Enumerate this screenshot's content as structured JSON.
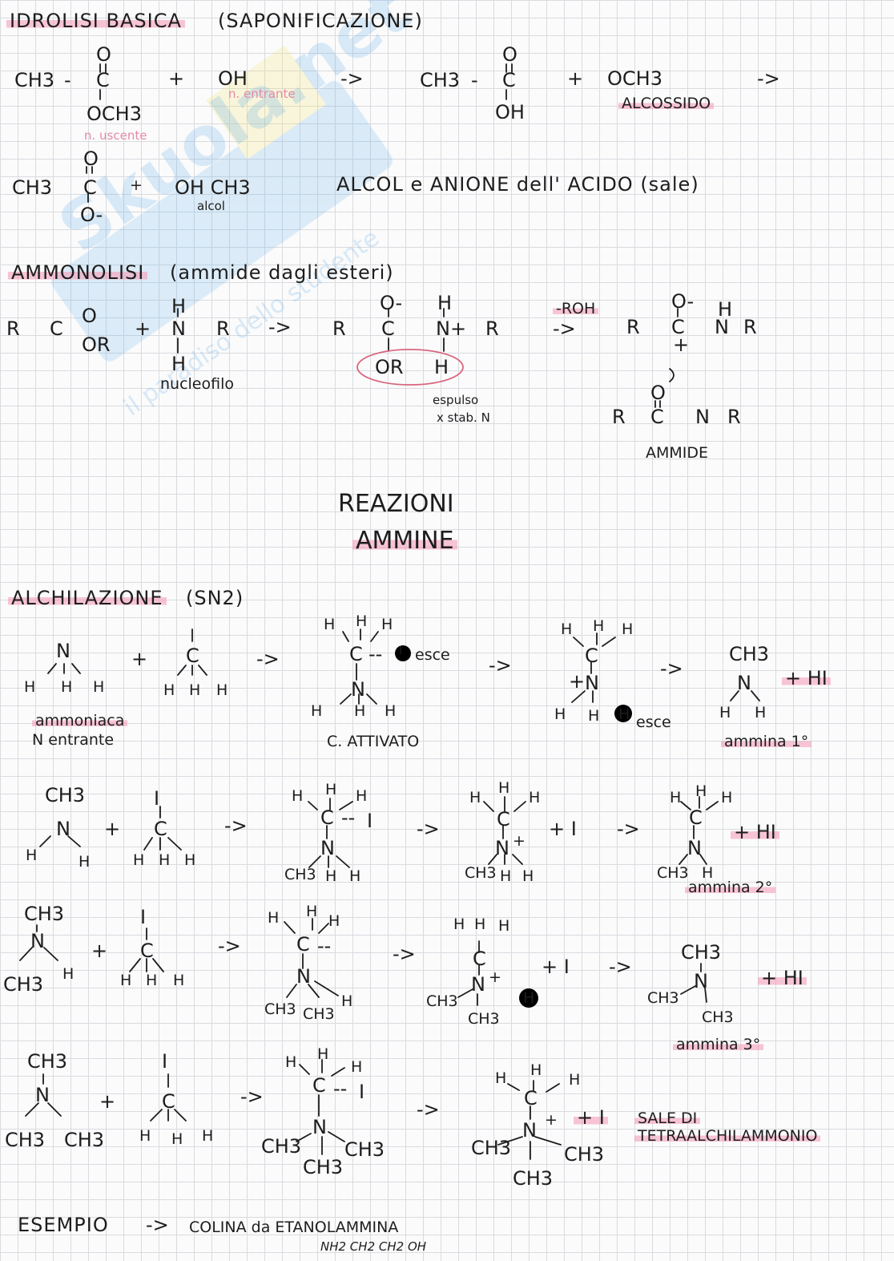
{
  "watermark": {
    "brand": "Skuola.net",
    "tagline": "il paradiso dello studente",
    "color": "#6ab0e6"
  },
  "highlight_color": "#f496b4",
  "sec1": {
    "title": "IDROLISI BASICA",
    "title_paren": "(SAPONIFICAZIONE)",
    "r1": {
      "ch3": "CH3",
      "c": "C",
      "o": "O",
      "och3": "OCH3",
      "plus": "+",
      "oh": "OH",
      "arrow": "->",
      "ch3b": "CH3",
      "cb": "C",
      "ob": "O",
      "ohb": "OH",
      "och3b": "OCH3",
      "arrow2": "->",
      "minus": "-"
    },
    "n_uscente": "n. uscente",
    "n_entrante": "n. entrante",
    "alcosside": "ALCOSSIDO",
    "r2": {
      "ch3": "CH3",
      "c": "C",
      "o": "O",
      "ominus": "O-",
      "plus": "+",
      "ohch3": "OH CH3"
    },
    "alcol": "alcol",
    "summary": "ALCOL e ANIONE dell' ACIDO (sale)"
  },
  "sec2": {
    "title": "AMMONOLISI",
    "title_paren": "(ammide dagli esteri)",
    "r": {
      "r": "R",
      "c": "C",
      "o": "O",
      "or": "OR",
      "plus": "+",
      "h": "H",
      "n": "N",
      "arrow": "->",
      "ominus": "O-",
      "nplus": "N+",
      "or2": "OR",
      "h2": "H",
      "loss": "-ROH",
      "cplus": "+"
    },
    "nucleofilo": "nucleofilo",
    "espulso": "espulso",
    "x_stab": "x stab. N",
    "ammide": "AMMIDE"
  },
  "heading": {
    "l1": "REAZIONI",
    "l2": "AMMINE"
  },
  "sec3": {
    "title": "ALCHILAZIONE",
    "title_paren": "(SN2)",
    "labels": {
      "ammoniaca": "ammoniaca",
      "n_entrante": "N entrante",
      "c_attivato": "C. ATTIVATO",
      "esce": "esce",
      "ammina1": "ammina 1°",
      "ammina2": "ammina 2°",
      "ammina3": "ammina 3°",
      "sale": "SALE DI",
      "sale2": "TETRAALCHILAMMONIO"
    },
    "sym": {
      "n": "N",
      "c": "C",
      "h": "H",
      "i": "I",
      "ch3": "CH3",
      "plus": "+",
      "arrow": "->",
      "hi": "+ HI",
      "pi": "+ I"
    }
  },
  "esempio": {
    "label": "ESEMPIO",
    "arrow": "->",
    "text": "COLINA da ETANOLAMMINA",
    "formula": "NH2 CH2 CH2 OH"
  }
}
